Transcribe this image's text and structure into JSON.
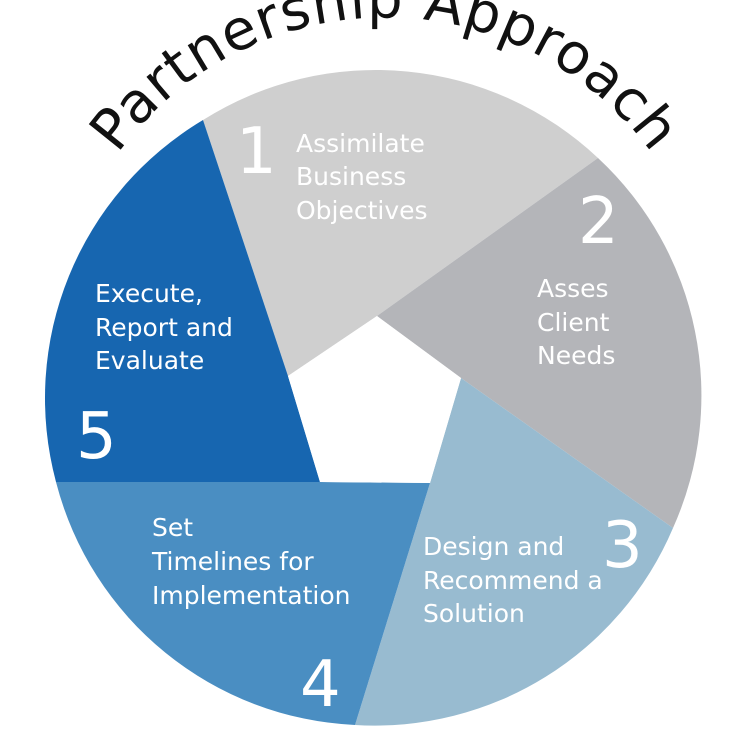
{
  "title": "Partnership Approach",
  "segments": [
    {
      "number": "1",
      "lines": [
        "Assimilate",
        "Business",
        "Objectives"
      ],
      "color": "#cfcfcf"
    },
    {
      "number": "2",
      "lines": [
        "Asses",
        "Client",
        "Needs"
      ],
      "color": "#b4b5b9"
    },
    {
      "number": "3",
      "lines": [
        "Design and",
        "Recommend a",
        "Solution"
      ],
      "color": "#98bbd0"
    },
    {
      "number": "4",
      "lines": [
        "Set",
        "Timelines for",
        "Implementation"
      ],
      "color": "#4a8ec2"
    },
    {
      "number": "5",
      "lines": [
        "Execute,",
        "Report and",
        "Evaluate"
      ],
      "color": "#1766b0"
    }
  ]
}
